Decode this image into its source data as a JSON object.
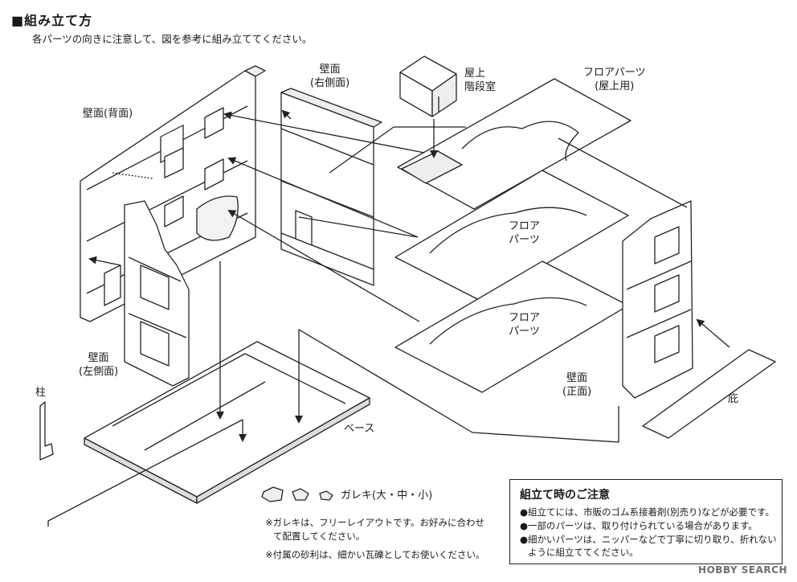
{
  "header": {
    "title": "■組み立て方",
    "subtitle": "各パーツの向きに注意して、図を参考に組み立ててください。"
  },
  "labels": {
    "wall_right": [
      "壁面",
      "(右側面)"
    ],
    "rooftop_room": [
      "屋上",
      "階段室"
    ],
    "floor_rooftop": [
      "フロアパーツ",
      "(屋上用)"
    ],
    "wall_back": "壁面(背面)",
    "floor_mid": [
      "フロア",
      "パーツ"
    ],
    "floor_low": [
      "フロア",
      "パーツ"
    ],
    "wall_left": [
      "壁面",
      "(左側面)"
    ],
    "wall_front": [
      "壁面",
      "(正面)"
    ],
    "pillar": "柱",
    "eave": "庇",
    "base": "ベース",
    "rubble": "ガレキ(大・中・小)"
  },
  "notes": [
    "※ガレキは、フリーレイアウトです。お好みに合わせ",
    "て配置してください。",
    "※付属の砂利は、細かい瓦礫としてお使いください。"
  ],
  "caution": {
    "title": "組立て時のご注意",
    "items": [
      "●組立てには、市販のゴム系接着剤(別売り)などが必要です。",
      "●一部のパーツは、取り付けられている場合があります。",
      "●細かいパーツは、ニッパーなどで丁寧に切り取り、折れない",
      "ように組立ててください。"
    ]
  },
  "watermark": "HOBBY SEARCH",
  "colors": {
    "line": "#222222",
    "fill": "#ffffff",
    "shade": "#dcdcdc"
  }
}
